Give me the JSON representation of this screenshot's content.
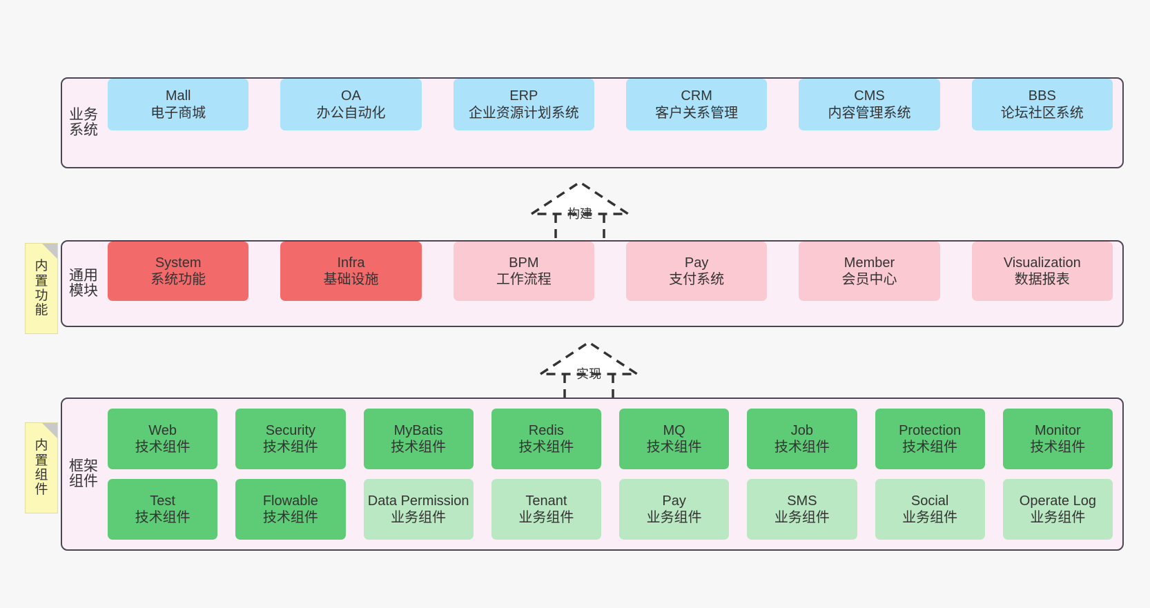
{
  "palette": {
    "canvas": "#f7f7f7",
    "layer_bg": "#fbeef6",
    "layer_border": "#4a4552",
    "note_bg": "#fbf8b8",
    "note_fold": "#c9c9c9",
    "business_card": "#ace3fb",
    "module_strong": "#f26a6a",
    "module_light": "#fbc9d2",
    "tech_card": "#5ecc76",
    "biz_component_card": "#b9e8c2",
    "text": "#333333"
  },
  "layers": [
    {
      "id": "business",
      "title": "业务系统",
      "cards": [
        {
          "name": "Mall",
          "desc": "电子商城"
        },
        {
          "name": "OA",
          "desc": "办公自动化"
        },
        {
          "name": "ERP",
          "desc": "企业资源计划系统"
        },
        {
          "name": "CRM",
          "desc": "客户关系管理"
        },
        {
          "name": "CMS",
          "desc": "内容管理系统"
        },
        {
          "name": "BBS",
          "desc": "论坛社区系统"
        }
      ]
    },
    {
      "id": "modules",
      "title": "通用模块",
      "note": "内置功能",
      "cards": [
        {
          "name": "System",
          "desc": "系统功能",
          "variant": "strong"
        },
        {
          "name": "Infra",
          "desc": "基础设施",
          "variant": "strong"
        },
        {
          "name": "BPM",
          "desc": "工作流程",
          "variant": "light"
        },
        {
          "name": "Pay",
          "desc": "支付系统",
          "variant": "light"
        },
        {
          "name": "Member",
          "desc": "会员中心",
          "variant": "light"
        },
        {
          "name": "Visualization",
          "desc": "数据报表",
          "variant": "light"
        }
      ]
    },
    {
      "id": "framework",
      "title": "框架组件",
      "note": "内置组件",
      "rows": [
        [
          {
            "name": "Web",
            "desc": "技术组件",
            "variant": "tech"
          },
          {
            "name": "Security",
            "desc": "技术组件",
            "variant": "tech"
          },
          {
            "name": "MyBatis",
            "desc": "技术组件",
            "variant": "tech"
          },
          {
            "name": "Redis",
            "desc": "技术组件",
            "variant": "tech"
          },
          {
            "name": "MQ",
            "desc": "技术组件",
            "variant": "tech"
          },
          {
            "name": "Job",
            "desc": "技术组件",
            "variant": "tech"
          },
          {
            "name": "Protection",
            "desc": "技术组件",
            "variant": "tech"
          },
          {
            "name": "Monitor",
            "desc": "技术组件",
            "variant": "tech"
          }
        ],
        [
          {
            "name": "Test",
            "desc": "技术组件",
            "variant": "tech"
          },
          {
            "name": "Flowable",
            "desc": "技术组件",
            "variant": "tech"
          },
          {
            "name": "Data Permission",
            "desc": "业务组件",
            "variant": "biz"
          },
          {
            "name": "Tenant",
            "desc": "业务组件",
            "variant": "biz"
          },
          {
            "name": "Pay",
            "desc": "业务组件",
            "variant": "biz"
          },
          {
            "name": "SMS",
            "desc": "业务组件",
            "variant": "biz"
          },
          {
            "name": "Social",
            "desc": "业务组件",
            "variant": "biz"
          },
          {
            "name": "Operate Log",
            "desc": "业务组件",
            "variant": "biz"
          }
        ]
      ]
    }
  ],
  "arrows": [
    {
      "id": "build",
      "label": "构建"
    },
    {
      "id": "implement",
      "label": "实现"
    }
  ]
}
